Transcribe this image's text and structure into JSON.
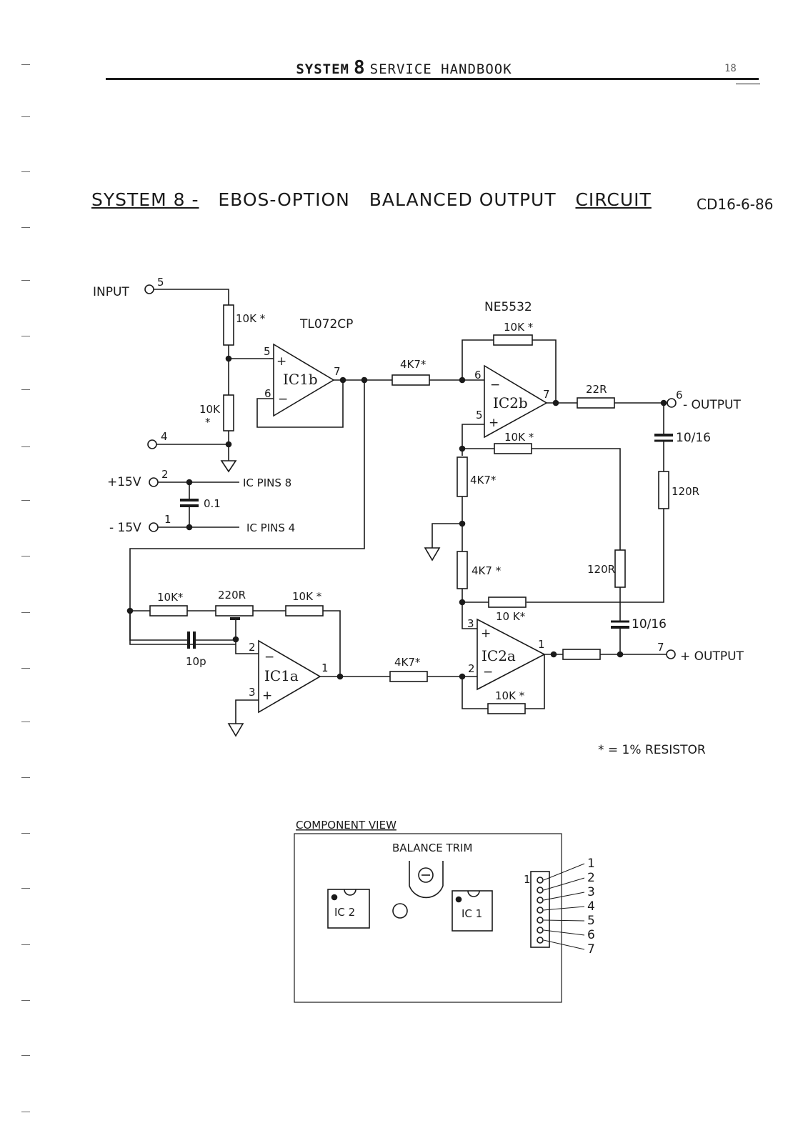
{
  "header": {
    "system_word": "SYSTEM",
    "system_number": "8",
    "handbook_title": "SERVICE HANDBOOK",
    "page_number": "18"
  },
  "title": {
    "part1": "SYSTEM 8 -",
    "part2": "EBOS-OPTION",
    "part3": "BALANCED OUTPUT",
    "part4": "CIRCUIT",
    "drawing_code": "CD16-6-86"
  },
  "schematic": {
    "input_label": "INPUT",
    "pin_5": "5",
    "pin_4": "4",
    "pin_2": "2",
    "pin_1": "1",
    "pin_6": "6",
    "pin_7": "7",
    "r_input_series": "10K *",
    "r_input_shunt": "10K",
    "r_input_shunt_star": "*",
    "ic1b_part": "TL072CP",
    "ic1b_label": "IC1b",
    "ic1b_pin_plus": "5",
    "ic1b_pin_minus": "6",
    "ic1b_pin_out": "7",
    "supply_pos": "+15V",
    "supply_neg": "- 15V",
    "supply_cap": "0.1",
    "ic_pins_8": "IC PINS 8",
    "ic_pins_4": "IC PINS 4",
    "r_ic2b_in": "4K7*",
    "ic2b_part": "NE5532",
    "r_ic2b_fb": "10K *",
    "ic2b_label": "IC2b",
    "ic2b_pin_minus": "6",
    "ic2b_pin_plus": "5",
    "ic2b_pin_out": "7",
    "r_out_neg": "22R",
    "output_neg_label": "- OUTPUT",
    "cap_neg": "10/16",
    "r_120_right": "120R",
    "r_ic2b_bias": "10K *",
    "r_4k7_upper": "4K7*",
    "r_4k7_lower": "4K7 *",
    "r_120_mid": "120R",
    "r_ic2a_bias": "10 K*",
    "cap_pos": "10/16",
    "output_pos_label": "+ OUTPUT",
    "r_ic1a_in": "10K*",
    "pot_220": "220R",
    "r_ic1a_fb": "10K *",
    "cap_10p": "10p",
    "ic1a_label": "IC1a",
    "ic1a_pin_minus": "2",
    "ic1a_pin_plus": "3",
    "ic1a_pin_out": "1",
    "r_ic2a_in": "4K7*",
    "ic2a_label": "IC2a",
    "ic2a_pin_plus": "3",
    "ic2a_pin_minus": "2",
    "ic2a_pin_out": "1",
    "r_ic2a_fb": "10K *",
    "legend": "* = 1% RESISTOR"
  },
  "component_view": {
    "title": "COMPONENT VIEW",
    "balance_trim": "BALANCE TRIM",
    "ic2": "IC 2",
    "ic1": "IC 1",
    "connector_pin1_mark": "1",
    "pins": [
      "1",
      "2",
      "3",
      "4",
      "5",
      "6",
      "7"
    ]
  }
}
